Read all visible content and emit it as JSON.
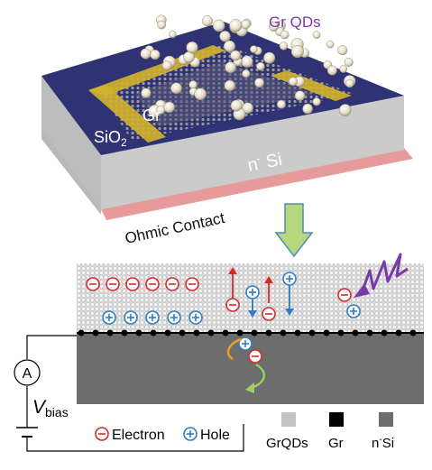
{
  "top_device": {
    "label_gr_qds": "Gr  QDs",
    "label_gr": "Gr",
    "label_sio2": "SiO",
    "label_sio2_sub": "2",
    "label_nsi": "n",
    "label_nsi_sup": "-",
    "label_nsi_rest": " Si",
    "label_ohmic": "Ohmic Contact"
  },
  "bottom_diagram": {
    "ammeter_symbol": "A",
    "vbias_v": "V",
    "vbias_sub": "bias",
    "minus_sign": "−",
    "plus_sign": "+"
  },
  "legend": {
    "electron": "Electron",
    "hole": "Hole",
    "gr_qds": "GrQDs",
    "gr": "Gr",
    "nsi": "n",
    "nsi_sup": "-",
    "nsi_rest": "Si"
  },
  "colors": {
    "sio2_top": "#2f3373",
    "si_side": "#c9c9c9",
    "ohmic": "#e79a9a",
    "gold": "#d4b22c",
    "qd_purple": "#7a3aa6",
    "arrow_green": "#b5d77e",
    "electron_red": "#d62a2a",
    "hole_blue": "#2f7cc2",
    "substrate": "#6d6d6d"
  }
}
